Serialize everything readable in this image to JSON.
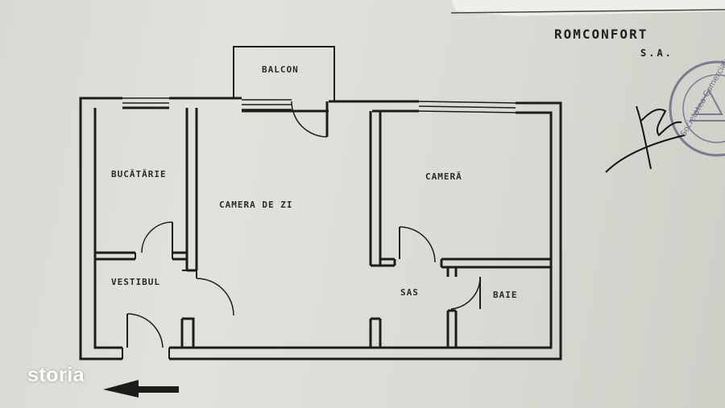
{
  "company": {
    "name": "ROMCONFORT",
    "suffix": "S.A."
  },
  "stamp": {
    "text": "Societatea Comerciala ROMCONFORT"
  },
  "rooms": {
    "balcon": "BALCON",
    "bucatarie": "BUCĂTĂRIE",
    "camera_de_zi": "CAMERA DE ZI",
    "camera": "CAMERĂ",
    "vestibul": "VESTIBUL",
    "sas": "SAS",
    "baie": "BAIE"
  },
  "watermark": "storia",
  "colors": {
    "paper": "#dcdcd6",
    "ink": "#1c1c1c",
    "stamp": "#7a7a92",
    "watermark": "#ffffff"
  }
}
